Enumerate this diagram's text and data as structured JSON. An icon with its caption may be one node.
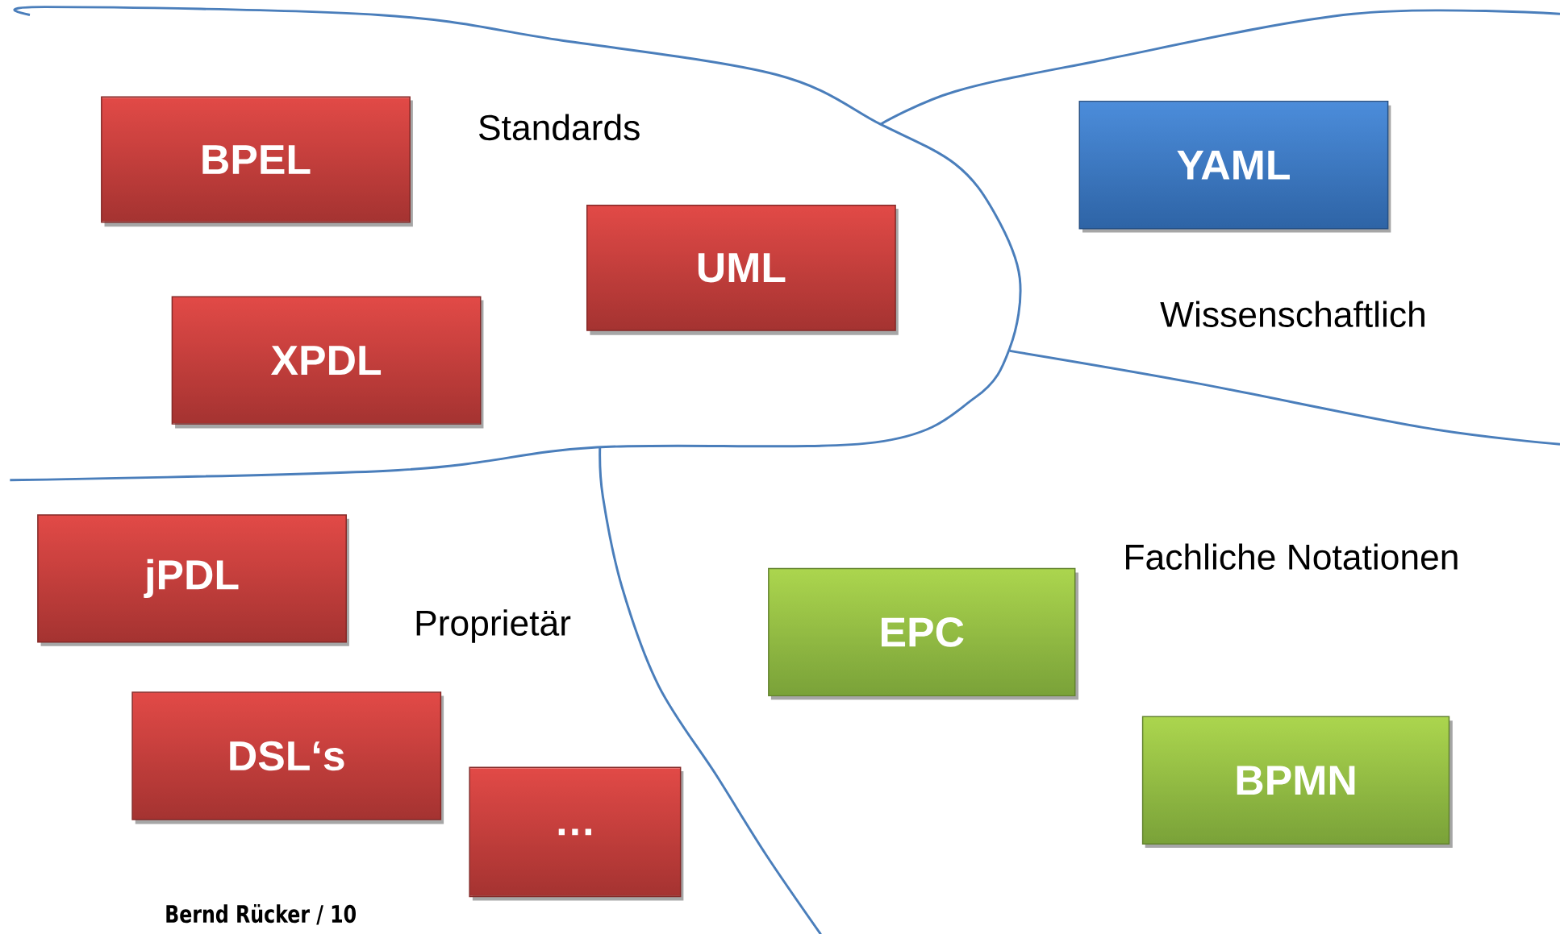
{
  "diagram": {
    "nodes": [
      {
        "text": [
          "BPEL"
        ]
      },
      {
        "text": [
          "UML"
        ]
      },
      {
        "text": [
          "XPDL"
        ]
      },
      {
        "text": [
          "YAML"
        ]
      },
      {
        "text": [
          "jPDL"
        ]
      },
      {
        "text": [
          "DSL‘s"
        ]
      },
      {
        "text": [
          "…"
        ]
      },
      {
        "text": [
          "EPC"
        ]
      },
      {
        "text": [
          "BPMN"
        ]
      }
    ],
    "labels": [
      "Standards",
      "Wissenschaftlich",
      "Fachliche Notationen",
      "Proprietär",
      "Bernd Rücker / 10"
    ]
  }
}
